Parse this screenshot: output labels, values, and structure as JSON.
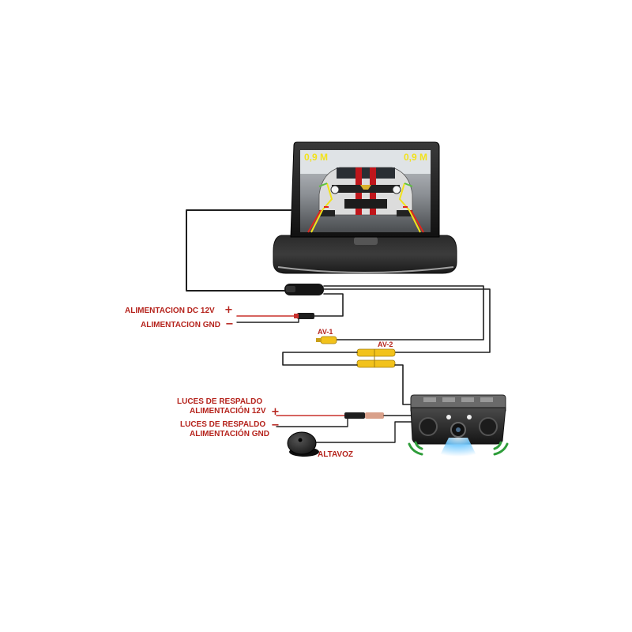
{
  "monitor": {
    "distance_left": "0,9 M",
    "distance_right": "0,9 M"
  },
  "labels": {
    "power_12v": "ALIMENTACION DC 12V",
    "power_12v_sign": "+",
    "power_gnd": "ALIMENTACION GND",
    "power_gnd_sign": "−",
    "av1": "AV-1",
    "av2": "AV-2",
    "backup_12v_line1": "LUCES DE RESPALDO",
    "backup_12v_line2": "ALIMENTACIÓN 12V",
    "backup_12v_sign": "+",
    "backup_gnd_line1": "LUCES DE RESPALDO",
    "backup_gnd_line2": "ALIMENTACIÓN GND",
    "backup_gnd_sign": "−",
    "speaker": "ALTAVOZ"
  },
  "colors": {
    "label_red": "#b5231c",
    "wire_red": "#c9302c",
    "rca_yellow": "#f2c21b",
    "wire_dark": "#1e1e1e",
    "sensor_green": "#2e9d3a",
    "led_blue": "#6fc8ff"
  }
}
